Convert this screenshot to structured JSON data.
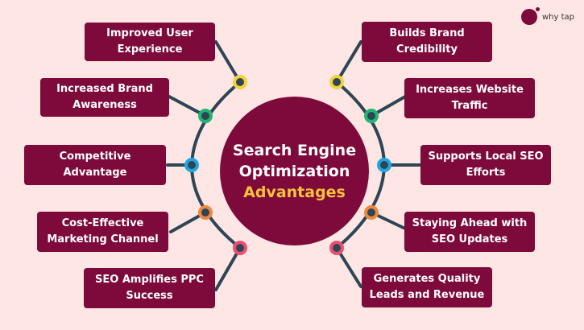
{
  "brand": {
    "name": "why tap",
    "logo_icon": "whytap-logo-icon"
  },
  "center": {
    "line1": "Search Engine",
    "line2": "Optimization",
    "line3": "Advantages"
  },
  "colors": {
    "background": "#fde6e4",
    "box": "#7d0a3a",
    "accent": "#f9c13a",
    "line": "#2e4556",
    "node_yellow": "#f3d23c",
    "node_green": "#22b573",
    "node_blue": "#1fa8e0",
    "node_orange": "#f0883e",
    "node_pink": "#ec4f6e"
  },
  "left_items": [
    {
      "label": "Improved User Experience",
      "node_color": "yellow"
    },
    {
      "label": "Increased Brand Awareness",
      "node_color": "green"
    },
    {
      "label": "Competitive Advantage",
      "node_color": "blue"
    },
    {
      "label": "Cost-Effective Marketing Channel",
      "node_color": "orange"
    },
    {
      "label": "SEO Amplifies PPC Success",
      "node_color": "pink"
    }
  ],
  "right_items": [
    {
      "label": "Builds Brand Credibility",
      "node_color": "yellow"
    },
    {
      "label": "Increases Website Traffic",
      "node_color": "green"
    },
    {
      "label": "Supports Local SEO Efforts",
      "node_color": "blue"
    },
    {
      "label": "Staying Ahead with SEO Updates",
      "node_color": "orange"
    },
    {
      "label": "Generates Quality Leads and Revenue",
      "node_color": "pink"
    }
  ]
}
